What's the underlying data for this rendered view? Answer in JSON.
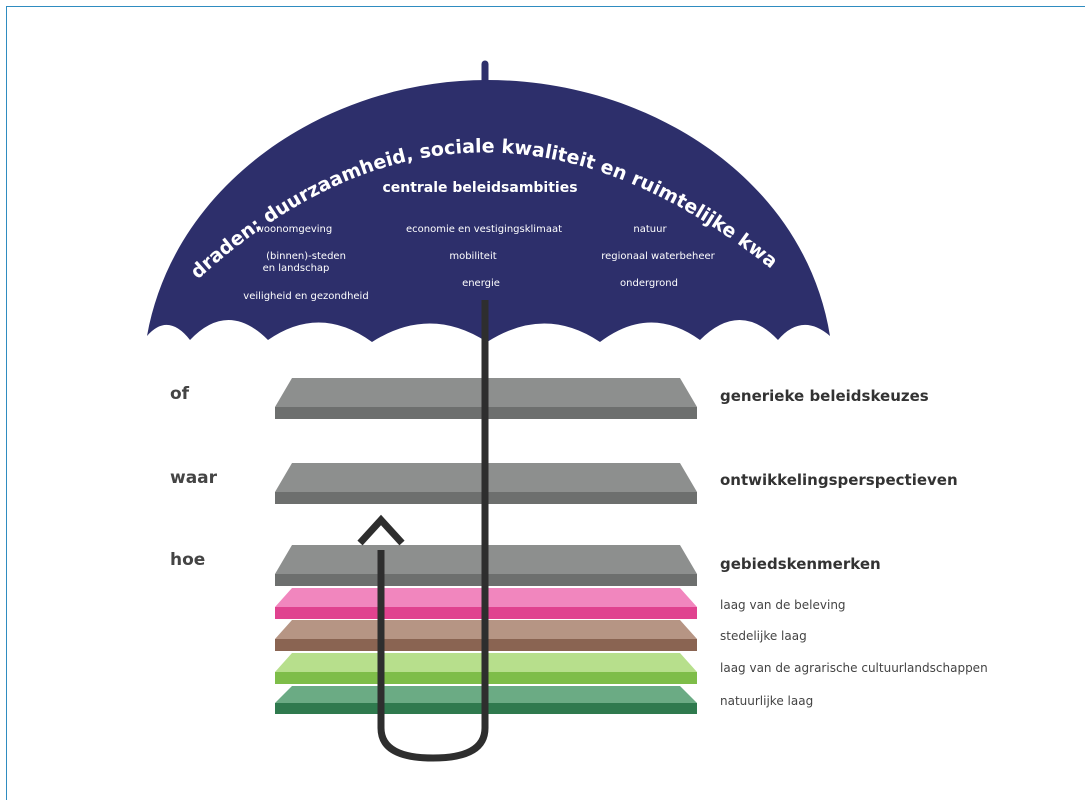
{
  "umbrella": {
    "arc_text": "rode draden: duurzaamheid, sociale kwaliteit en ruimtelijke kwaliteit",
    "subtitle": "centrale beleidsambities",
    "ambitions": {
      "left": [
        "woonomgeving",
        "(binnen)-steden",
        "en landschap",
        "veiligheid en gezondheid"
      ],
      "center": [
        "economie en vestigingsklimaat",
        "mobiliteit",
        "energie"
      ],
      "right": [
        "natuur",
        "regionaal waterbeheer",
        "ondergrond"
      ]
    }
  },
  "questions": [
    "of",
    "waar",
    "hoe"
  ],
  "planes": [
    "generieke beleidskeuzes",
    "ontwikkelingsperspectieven",
    "gebiedskenmerken"
  ],
  "layers": [
    "laag van de beleving",
    "stedelijke laag",
    "laag van de agrarische cultuurlandschappen",
    "natuurlijke laag"
  ],
  "colors": {
    "umbrella": "#2d2f6b",
    "handle": "#333333",
    "plane_top": "#8d8f8e",
    "plane_side": "#6d6f6e",
    "beleving": "#e8529f",
    "stedelijk": "#9a7160",
    "agrarisch": "#93c860",
    "natuurlijk": "#3f8a5e"
  }
}
